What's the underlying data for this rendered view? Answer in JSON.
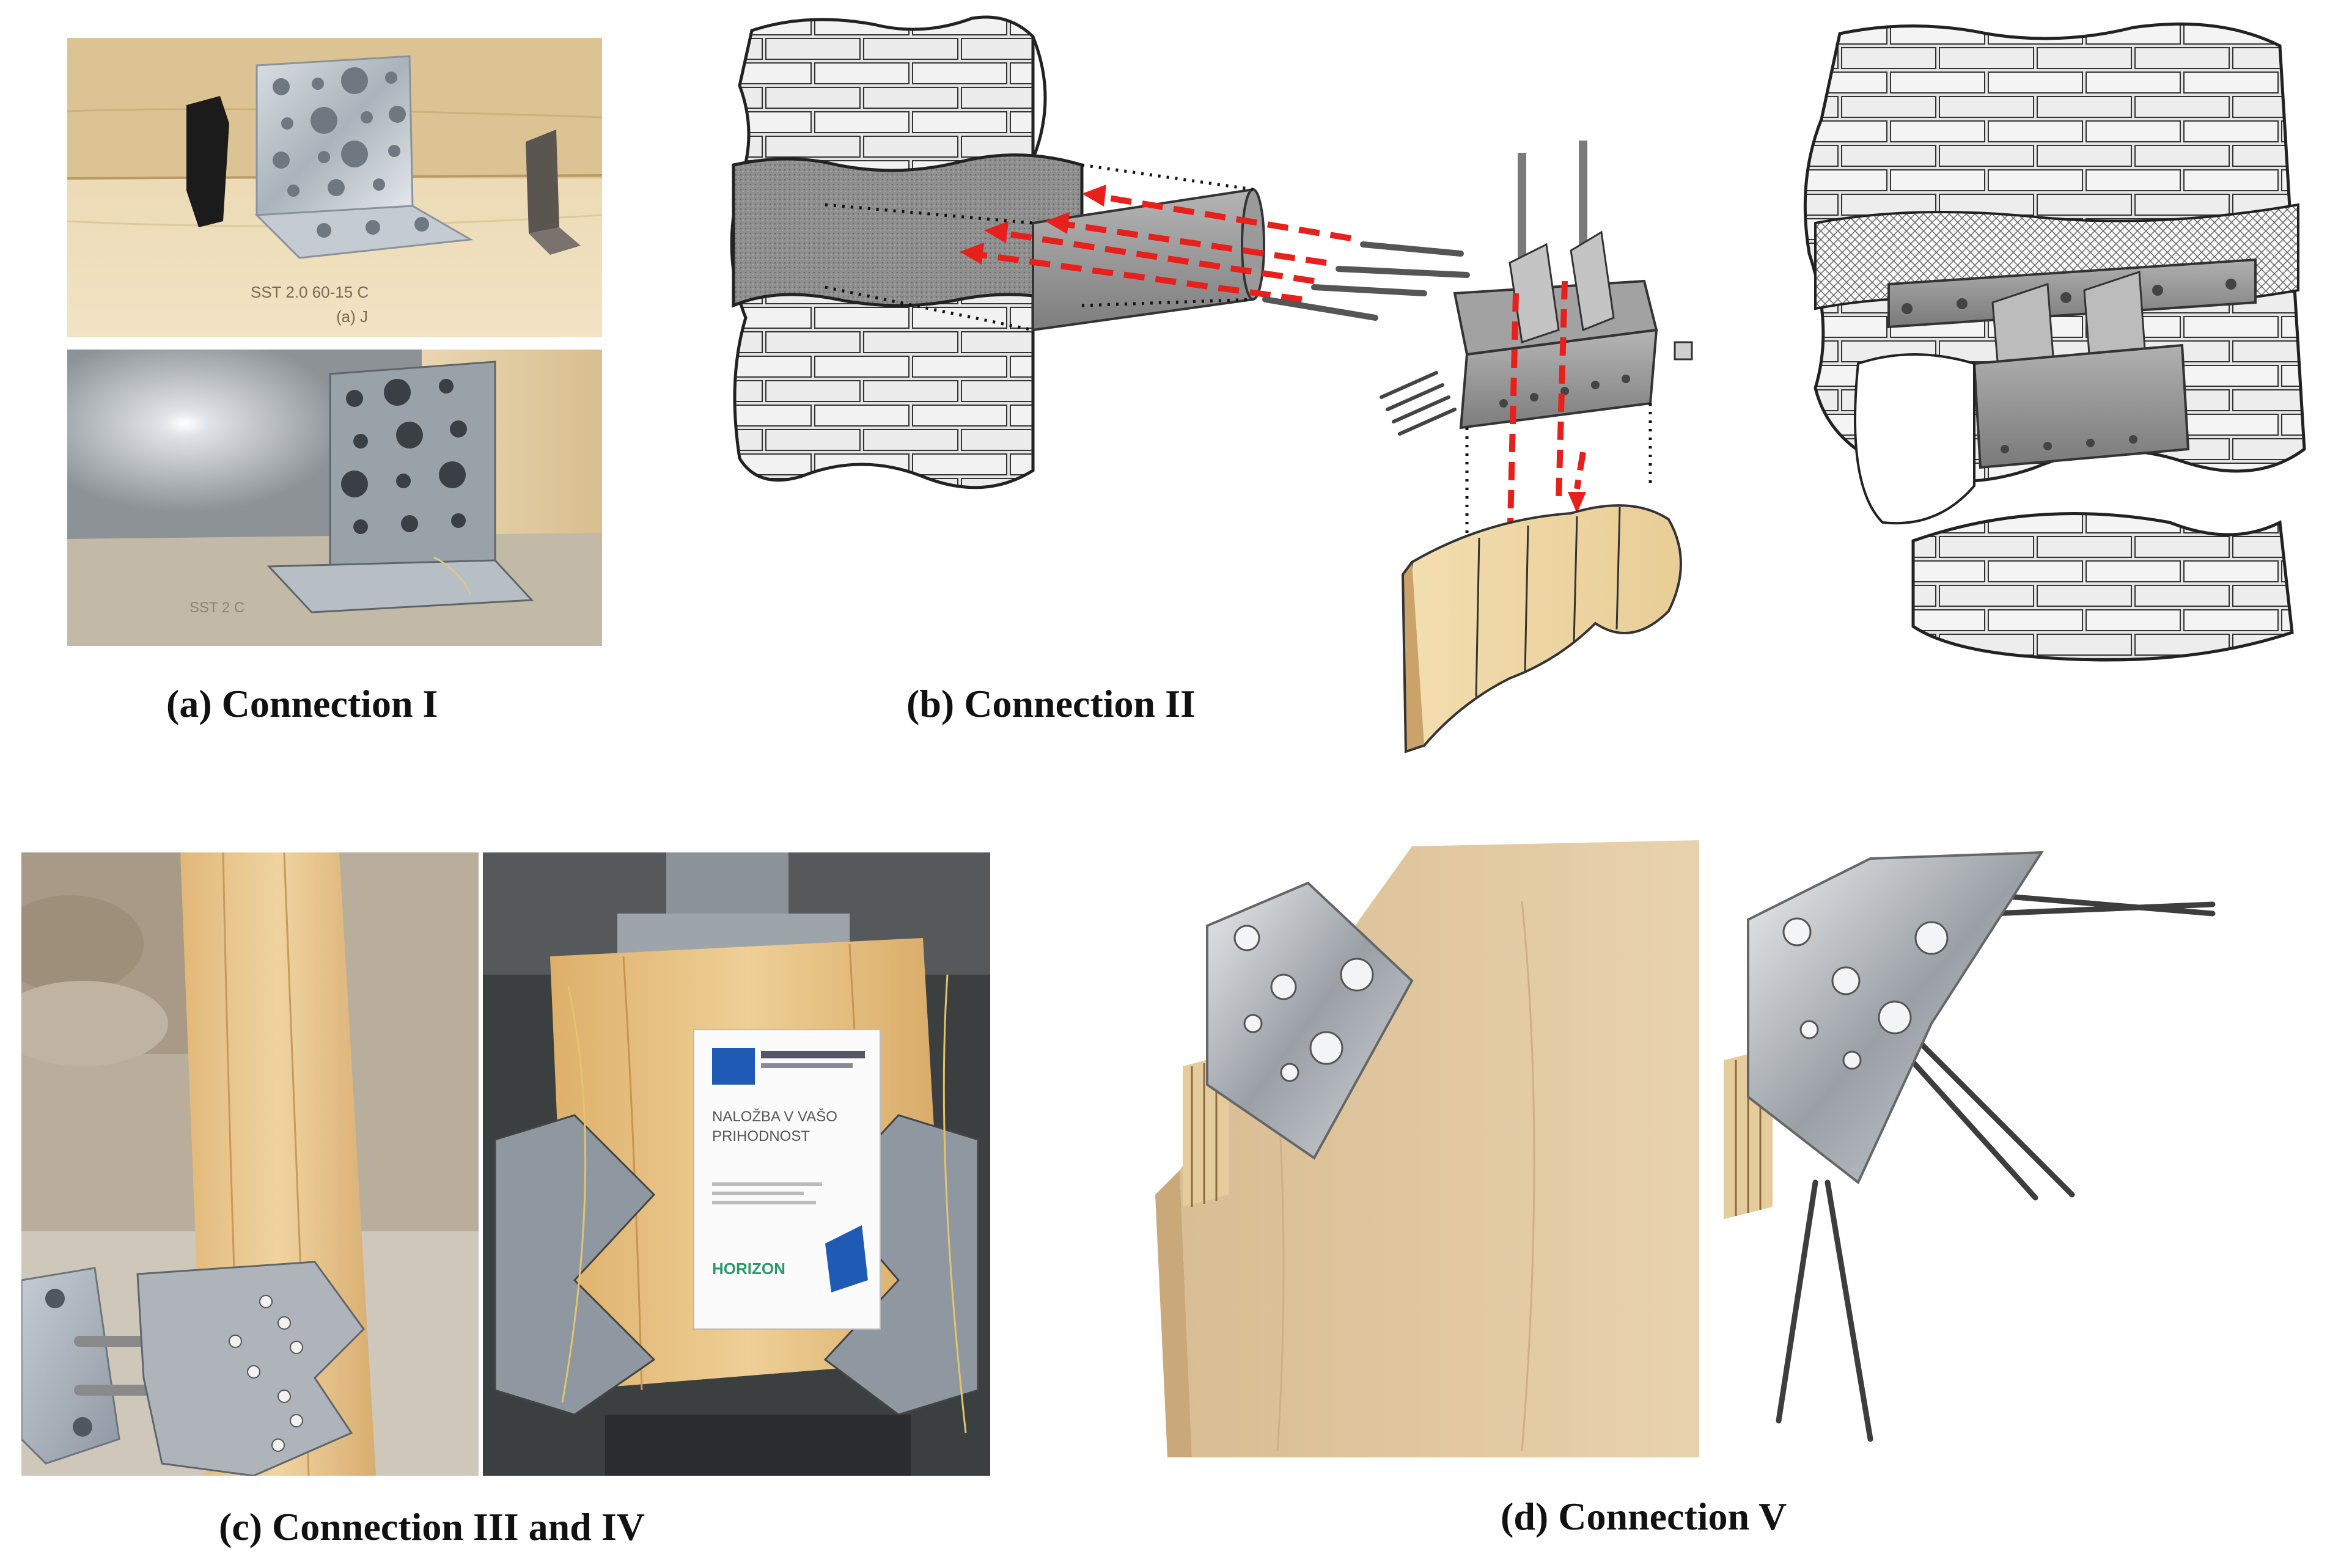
{
  "figure": {
    "captions": {
      "a": "(a) Connection I",
      "b": "(b) Connection II",
      "c": "(c) Connection III and IV",
      "d": "(d) Connection V"
    },
    "photo_text": {
      "wood_marking_top": "SST 2.0 60-15 C",
      "wood_marking_top2": "(a) J",
      "wood_marking_bottom": "SST 2 C",
      "poster_line1": "NALOŽBA V VAŠO",
      "poster_line2": "PRIHODNOST",
      "poster_logo": "HORIZON"
    }
  }
}
